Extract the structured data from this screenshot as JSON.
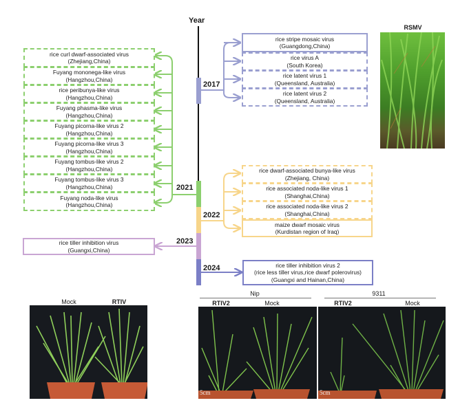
{
  "timeline": {
    "axis_label": "Year",
    "years": [
      {
        "year": "2017",
        "color": "#9a9fd0"
      },
      {
        "year": "2021",
        "color": "#8ccf6e"
      },
      {
        "year": "2022",
        "color": "#f7d58a"
      },
      {
        "year": "2023",
        "color": "#c9a5d3"
      },
      {
        "year": "2024",
        "color": "#7b7fc6"
      }
    ]
  },
  "viruses_2017": [
    {
      "name": "rice stripe mosaic virus",
      "location": "(Guangdong,China)",
      "style": "solid"
    },
    {
      "name": "rice virus A",
      "location": "(South Korea)",
      "style": "dashed"
    },
    {
      "name": "rice latent virus 1",
      "location": "(Queensland, Australia)",
      "style": "dashed"
    },
    {
      "name": "rice latent virus 2",
      "location": "(Queensland, Australia)",
      "style": "dashed"
    }
  ],
  "viruses_2021": [
    {
      "name": "rice curl dwarf-associated virus",
      "location": "(Zhejiang,China)",
      "style": "dashed"
    },
    {
      "name": "Fuyang mononega-like virus",
      "location": "(Hangzhou,China)",
      "style": "dashed"
    },
    {
      "name": "rice peribunya-like virus",
      "location": "(Hangzhou,China)",
      "style": "dashed"
    },
    {
      "name": "Fuyang phasma-like virus",
      "location": "(Hangzhou,China)",
      "style": "dashed"
    },
    {
      "name": "Fuyang picorna-like virus 2",
      "location": "(Hangzhou,China)",
      "style": "dashed"
    },
    {
      "name": "Fuyang picorna-like virus 3",
      "location": "(Hangzhou,China)",
      "style": "dashed"
    },
    {
      "name": "Fuyang tombus-like virus 2",
      "location": "(Hangzhou,China)",
      "style": "dashed"
    },
    {
      "name": "Fuyang tombus-like virus 3",
      "location": "(Hangzhou,China)",
      "style": "dashed"
    },
    {
      "name": "Fuyang noda-like virus",
      "location": "(Hangzhou,China)",
      "style": "dashed"
    }
  ],
  "viruses_2022": [
    {
      "name": "rice dwarf-associated bunya-like virus",
      "location": "(Zhejiang, China)",
      "style": "dashed"
    },
    {
      "name": "rice associated noda-like virus 1",
      "location": "(Shanghai,China)",
      "style": "dashed"
    },
    {
      "name": "rice associated noda-like virus 2",
      "location": "(Shanghai,China)",
      "style": "dashed"
    },
    {
      "name": "maize dwarf mosaic virus",
      "location": "(Kurdistan region of Iraq)",
      "style": "solid"
    }
  ],
  "viruses_2023": [
    {
      "name": "rice tiller inhibition virus",
      "location": "(Guangxi,China)",
      "style": "solid"
    }
  ],
  "viruses_2024": [
    {
      "name": "rice tiller inhibition virus 2",
      "alias": "(rice less tiller virus,rice dwarf polerovirus)",
      "location": "(Guangxi and Hainan,China)",
      "style": "solid"
    }
  ],
  "photos": {
    "rsmv": {
      "title": "RSMV"
    },
    "rtiv": {
      "left_label": "Mock",
      "right_label": "RTIV"
    },
    "nip": {
      "group": "Nip",
      "left_label": "RTIV2",
      "right_label": "Mock",
      "scale": "5cm"
    },
    "n9311": {
      "group": "9311",
      "left_label": "RTIV2",
      "right_label": "Mock",
      "scale": "5cm"
    }
  }
}
